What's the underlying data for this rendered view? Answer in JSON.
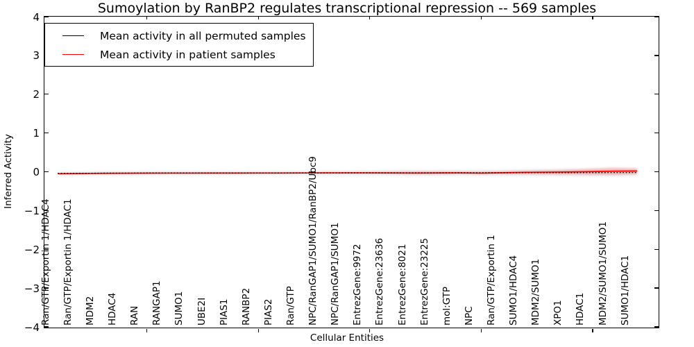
{
  "chart_data": {
    "type": "line",
    "title": "Sumoylation by RanBP2 regulates transcriptional repression -- 569 samples",
    "xlabel": "Cellular Entities",
    "ylabel": "Inferred Activity",
    "xlim": [
      0.4,
      27.93
    ],
    "ylim": [
      -4,
      4
    ],
    "yticks": [
      "4",
      "3",
      "2",
      "1",
      "0",
      "−1",
      "−2",
      "−3",
      "−4"
    ],
    "xticks": [
      5,
      10,
      15,
      20,
      25
    ],
    "grid": false,
    "legend_position": "upper left",
    "categories": [
      "Ran/GTP/Exportin 1/HDAC4",
      "Ran/GTP/Exportin 1/HDAC1",
      "MDM2",
      "HDAC4",
      "RAN",
      "RANGAP1",
      "SUMO1",
      "UBE2I",
      "PIAS1",
      "RANBP2",
      "PIAS2",
      "Ran/GTP",
      "NPC/RanGAP1/SUMO1/RanBP2/Ubc9",
      "NPC/RanGAP1/SUMO1",
      "EntrezGene:9972",
      "EntrezGene:23636",
      "EntrezGene:8021",
      "EntrezGene:23225",
      "mol:GTP",
      "NPC",
      "Ran/GTP/Exportin 1",
      "SUMO1/HDAC4",
      "MDM2/SUMO1",
      "XPO1",
      "HDAC1",
      "MDM2/SUMO1/SUMO1",
      "SUMO1/HDAC1"
    ],
    "series": [
      {
        "name": "Mean activity in all permuted samples",
        "color": "#000000",
        "style": "dotted",
        "values": [
          -0.04,
          -0.04,
          -0.035,
          -0.035,
          -0.03,
          -0.03,
          -0.03,
          -0.03,
          -0.03,
          -0.03,
          -0.03,
          -0.03,
          -0.03,
          -0.028,
          -0.028,
          -0.028,
          -0.028,
          -0.028,
          -0.026,
          -0.026,
          -0.026,
          -0.025,
          -0.025,
          -0.024,
          -0.022,
          -0.02,
          -0.02
        ]
      },
      {
        "name": "Mean activity in patient samples",
        "color": "#ff0000",
        "style": "solid",
        "values": [
          -0.05,
          -0.045,
          -0.04,
          -0.038,
          -0.036,
          -0.035,
          -0.035,
          -0.034,
          -0.033,
          -0.032,
          -0.032,
          -0.03,
          -0.028,
          -0.028,
          -0.028,
          -0.03,
          -0.032,
          -0.03,
          -0.028,
          -0.035,
          -0.025,
          -0.015,
          -0.01,
          -0.005,
          0.005,
          0.015,
          0.02
        ]
      }
    ],
    "permuted_band_halfwidth": [
      0.03,
      0.035,
      0.04,
      0.04,
      0.04,
      0.04,
      0.04,
      0.04,
      0.04,
      0.04,
      0.04,
      0.04,
      0.045,
      0.045,
      0.05,
      0.055,
      0.06,
      0.06,
      0.055,
      0.055,
      0.06,
      0.065,
      0.07,
      0.075,
      0.08,
      0.08,
      0.075
    ],
    "patient_spread_halfwidth": [
      0.005,
      0.005,
      0.005,
      0.005,
      0.005,
      0.005,
      0.005,
      0.005,
      0.005,
      0.005,
      0.005,
      0.005,
      0.01,
      0.01,
      0.01,
      0.02,
      0.03,
      0.03,
      0.025,
      0.025,
      0.03,
      0.04,
      0.05,
      0.06,
      0.075,
      0.09,
      0.07
    ]
  }
}
